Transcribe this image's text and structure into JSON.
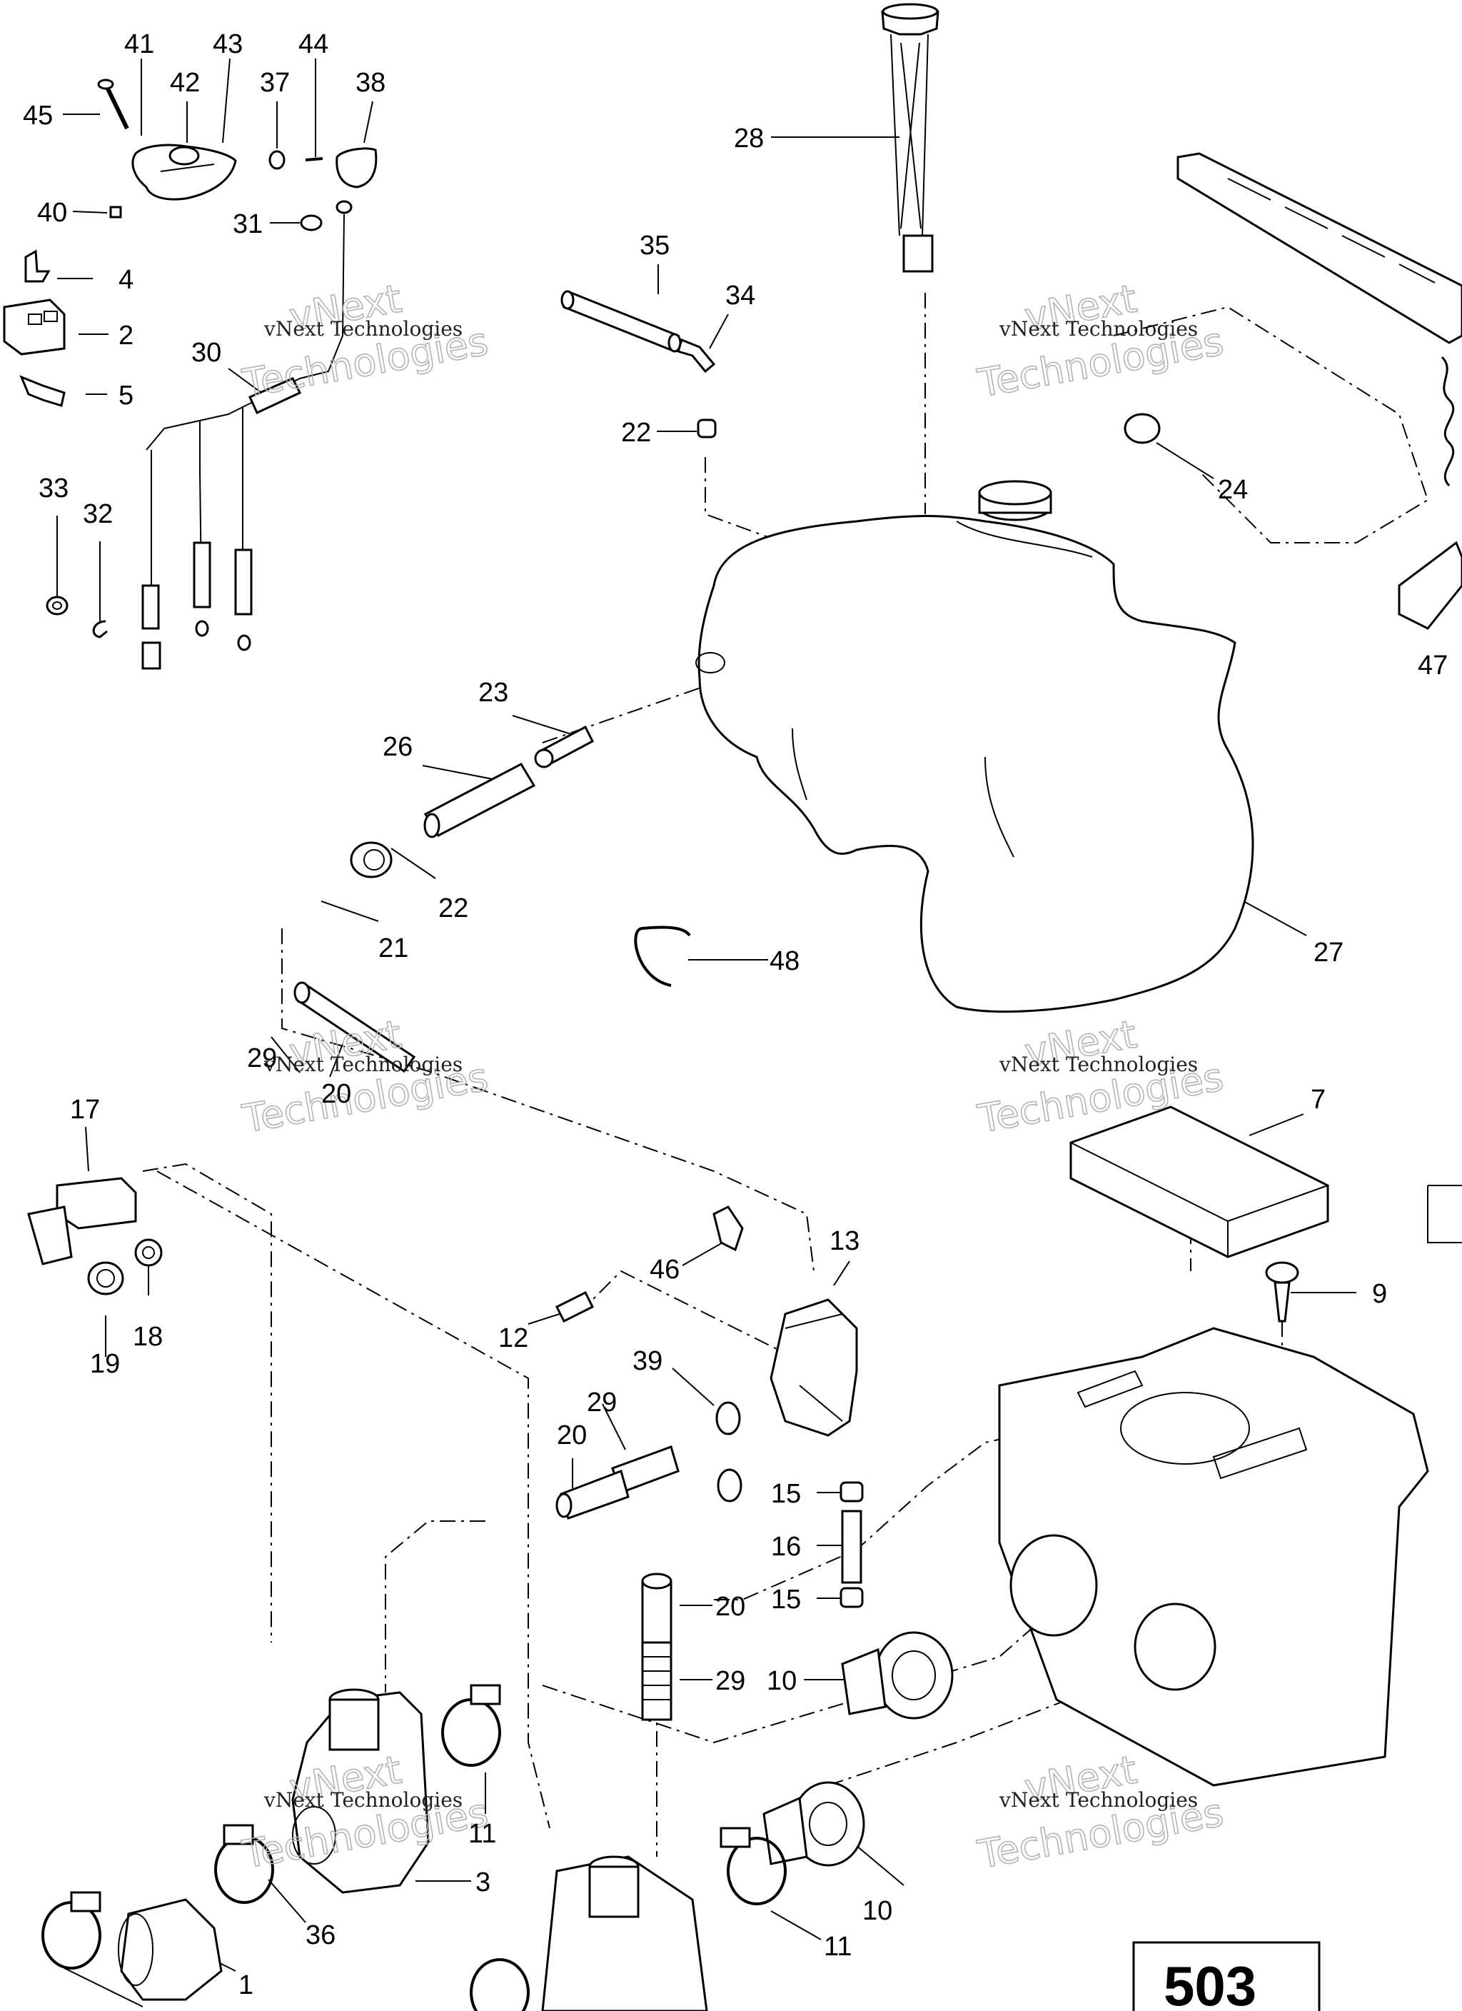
{
  "page_number": "503",
  "watermark": {
    "line1": "vNext Technologies",
    "line2": "vNext",
    "line3": "Technologies"
  },
  "callouts": {
    "c1": "1",
    "c2": "2",
    "c3": "3",
    "c4": "4",
    "c5": "5",
    "c7": "7",
    "c9": "9",
    "c10a": "10",
    "c10b": "10",
    "c11a": "11",
    "c11b": "11",
    "c12": "12",
    "c13": "13",
    "c15a": "15",
    "c15b": "15",
    "c16": "16",
    "c17": "17",
    "c18": "18",
    "c19": "19",
    "c20a": "20",
    "c20b": "20",
    "c20c": "20",
    "c21": "21",
    "c22a": "22",
    "c22b": "22",
    "c23": "23",
    "c24": "24",
    "c26": "26",
    "c27": "27",
    "c28": "28",
    "c29a": "29",
    "c29b": "29",
    "c29c": "29",
    "c30": "30",
    "c31": "31",
    "c32": "32",
    "c33": "33",
    "c34": "34",
    "c35": "35",
    "c36": "36",
    "c37": "37",
    "c38": "38",
    "c39": "39",
    "c40": "40",
    "c41": "41",
    "c42": "42",
    "c43": "43",
    "c44": "44",
    "c45": "45",
    "c46": "46",
    "c47": "47",
    "c48": "48"
  }
}
